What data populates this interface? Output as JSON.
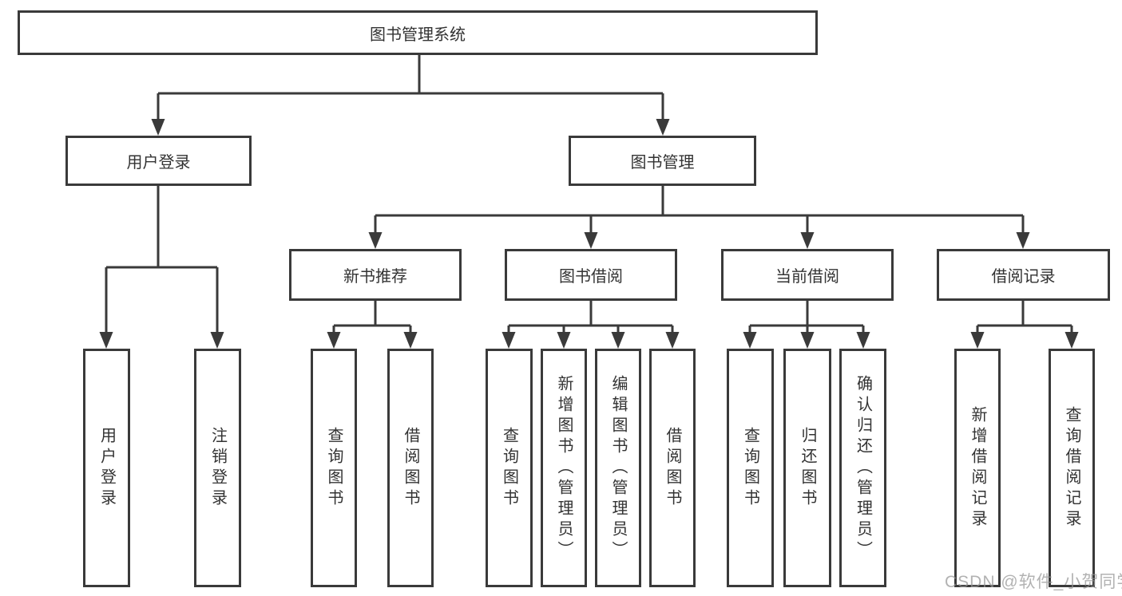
{
  "tree": {
    "label": "图书管理系统",
    "children": [
      {
        "label": "用户登录",
        "children": [
          {
            "label": "用户登录"
          },
          {
            "label": "注销登录"
          }
        ]
      },
      {
        "label": "图书管理",
        "children": [
          {
            "label": "新书推荐",
            "children": [
              {
                "label": "查询图书"
              },
              {
                "label": "借阅图书"
              }
            ]
          },
          {
            "label": "图书借阅",
            "children": [
              {
                "label": "查询图书"
              },
              {
                "label": "新增图书（管理员）"
              },
              {
                "label": "编辑图书（管理员）"
              },
              {
                "label": "借阅图书"
              }
            ]
          },
          {
            "label": "当前借阅",
            "children": [
              {
                "label": "查询图书"
              },
              {
                "label": "归还图书"
              },
              {
                "label": "确认归还（管理员）"
              }
            ]
          },
          {
            "label": "借阅记录",
            "children": [
              {
                "label": "新增借阅记录"
              },
              {
                "label": "查询借阅记录"
              }
            ]
          }
        ]
      }
    ]
  },
  "watermark": {
    "text": "CSDN @软件_小贺同学"
  },
  "colors": {
    "line": "#3a3a3a",
    "box_border": "#3a3a3a",
    "text": "#333333",
    "watermark": "#949494",
    "background": "#ffffff"
  }
}
